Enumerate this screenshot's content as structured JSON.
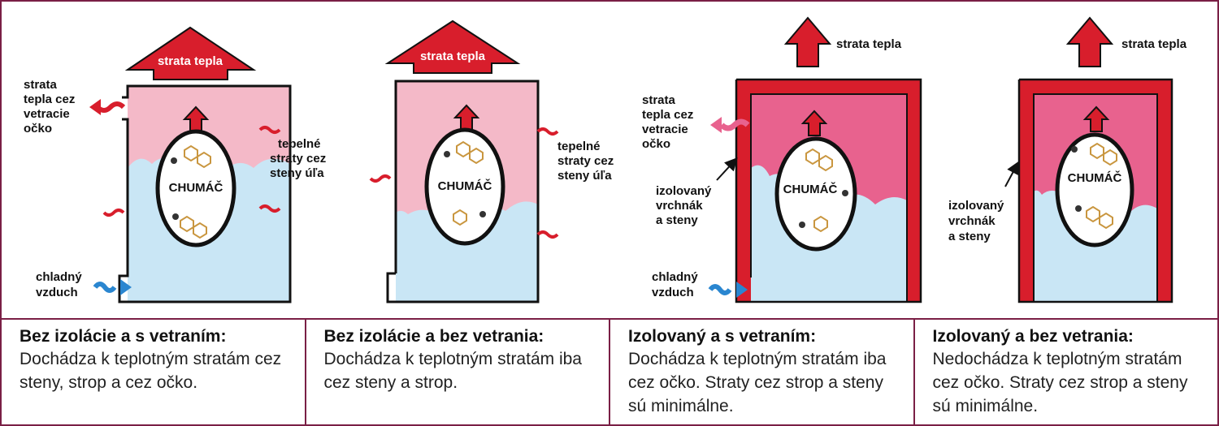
{
  "colors": {
    "frame": "#7a1f45",
    "warm_air": "#f4b9c8",
    "warm_air_insulated": "#e8628e",
    "cold_air": "#c9e6f5",
    "heat_arrow": "#d81e2c",
    "cold_arrow": "#2a86d0",
    "insulation": "#d81e2c",
    "comb": "#c9963f"
  },
  "panels": [
    {
      "roof_arrow_label": "strata tepla",
      "vent_label": [
        "strata",
        "tepla cez",
        "vetracie",
        "očko"
      ],
      "wall_label": [
        "tepelné",
        "straty cez",
        "steny úľa"
      ],
      "cluster_label": "CHUMÁČ",
      "cold_label": [
        "chladný",
        "vzduch"
      ],
      "caption_title": "Bez izolácie a s vetraním:",
      "caption_text": "Dochádza k teplotným stratám cez steny, strop a cez očko."
    },
    {
      "roof_arrow_label": "strata tepla",
      "wall_label": [
        "tepelné",
        "straty cez",
        "steny úľa"
      ],
      "cluster_label": "CHUMÁČ",
      "caption_title": "Bez izolácie a bez vetrania:",
      "caption_text": "Dochádza k teplotným stratám iba cez steny a strop."
    },
    {
      "roof_arrow_label": "strata tepla",
      "vent_label": [
        "strata",
        "tepla cez",
        "vetracie",
        "očko"
      ],
      "insulation_label": [
        "izolovaný",
        "vrchnák",
        "a steny"
      ],
      "cluster_label": "CHUMÁČ",
      "cold_label": [
        "chladný",
        "vzduch"
      ],
      "caption_title": "Izolovaný a s vetraním:",
      "caption_text": "Dochádza k teplotným stratám iba cez očko. Straty cez strop a steny sú minimálne."
    },
    {
      "roof_arrow_label": "strata tepla",
      "insulation_label": [
        "izolovaný",
        "vrchnák",
        "a steny"
      ],
      "cluster_label": "CHUMÁČ",
      "caption_title": "Izolovaný a bez vetrania:",
      "caption_text": "Nedochádza k teplotným stratám cez očko. Straty cez strop a steny sú minimálne."
    }
  ]
}
